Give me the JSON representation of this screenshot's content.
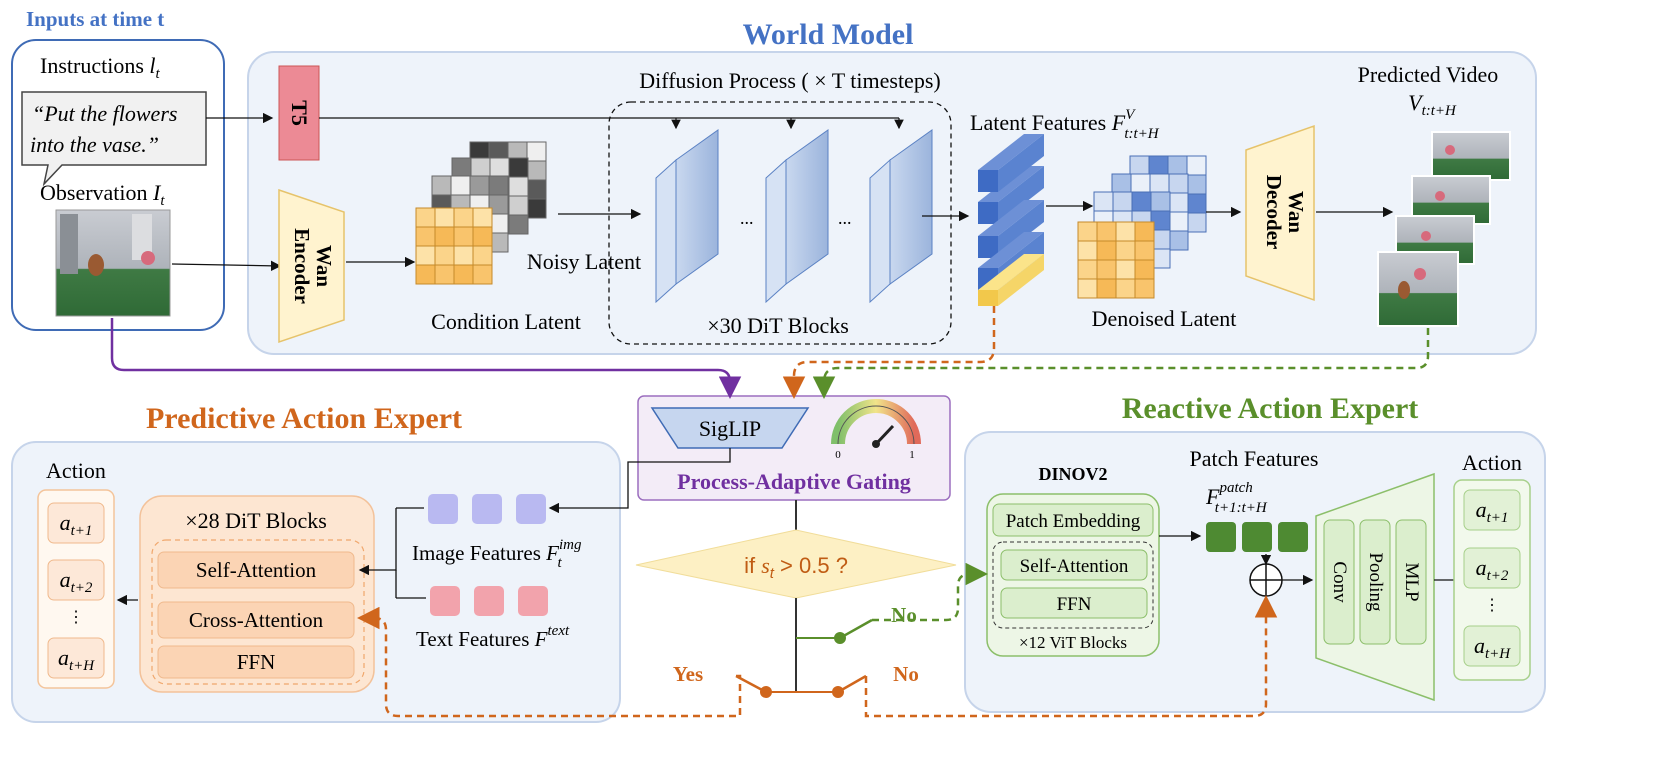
{
  "inputs": {
    "title": "Inputs at time t",
    "instructions_label": "Instructions",
    "instructions_var": "l",
    "instructions_sub": "t",
    "quote_line1": "“Put the flowers",
    "quote_line2": "into the vase.”",
    "observation_label": "Observation",
    "observation_var": "I",
    "observation_sub": "t"
  },
  "world_model": {
    "title": "World Model",
    "t5": "T5",
    "encoder_line1": "Wan",
    "encoder_line2": "Encoder",
    "condition_latent": "Condition Latent",
    "noisy_latent": "Noisy Latent",
    "diffusion_title": "Diffusion Process ( × T timesteps)",
    "dots": "...",
    "dit_blocks": "×30  DiT Blocks",
    "latent_features": "Latent Features",
    "latent_var": "F",
    "latent_sup": "V",
    "latent_sub": "t:t+H",
    "denoised_latent": "Denoised Latent",
    "decoder_line1": "Wan",
    "decoder_line2": "Decoder",
    "predicted_video": "Predicted Video",
    "video_var": "V",
    "video_sub": "t:t+H"
  },
  "gating": {
    "siglip": "SigLIP",
    "title": "Process-Adaptive Gating",
    "gauge_min": "0",
    "gauge_max": "1",
    "condition_prefix": "if",
    "condition_var": "s",
    "condition_sub": "t",
    "condition_suffix": "> 0.5 ?",
    "yes": "Yes",
    "no_upper": "No",
    "no_lower": "No"
  },
  "predictive": {
    "title": "Predictive Action Expert",
    "action_title": "Action",
    "actions": [
      "t+1",
      "t+2",
      "t+H"
    ],
    "action_var": "a",
    "vdots": "⋮",
    "dit_title": "×28 DiT Blocks",
    "self_attention": "Self-Attention",
    "cross_attention": "Cross-Attention",
    "ffn": "FFN",
    "image_features": "Image Features",
    "image_var": "F",
    "image_sup": "img",
    "image_sub": "t",
    "text_features": "Text Features",
    "text_var": "F",
    "text_sup": "text"
  },
  "reactive": {
    "title": "Reactive Action Expert",
    "dinov2": "DINOV2",
    "patch_embedding": "Patch Embedding",
    "self_attention": "Self-Attention",
    "ffn": "FFN",
    "vit_blocks": "×12 ViT Blocks",
    "patch_features": "Patch Features",
    "patch_var": "F",
    "patch_sup": "patch",
    "patch_sub": "t+1:t+H",
    "conv": "Conv",
    "pooling": "Pooling",
    "mlp": "MLP",
    "action_title": "Action",
    "actions": [
      "t+1",
      "t+2",
      "t+H"
    ],
    "action_var": "a",
    "vdots": "⋮"
  },
  "colors": {
    "title_blue": "#4472c4",
    "orange": "#d0661c",
    "green": "#5a8f2b",
    "purple": "#7030a0"
  }
}
